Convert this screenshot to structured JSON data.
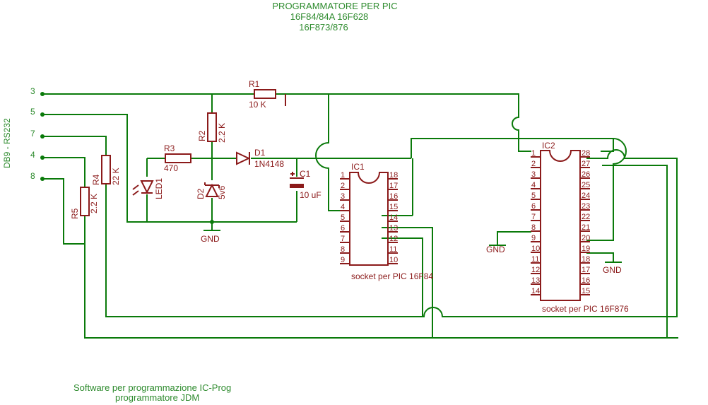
{
  "title": {
    "line1": "PROGRAMMATORE PER PIC",
    "line2": "16F84/84A 16F628",
    "line3": "16F873/876"
  },
  "connector": {
    "label": "DB9 - RS232",
    "pins": [
      "3",
      "5",
      "7",
      "4",
      "8"
    ]
  },
  "components": {
    "r1": {
      "name": "R1",
      "value": "10 K"
    },
    "r2": {
      "name": "R2",
      "value": "2.2 K"
    },
    "r3": {
      "name": "R3",
      "value": "470"
    },
    "r4": {
      "name": "R4",
      "value": "22 K"
    },
    "r5": {
      "name": "R5",
      "value": "2.2 K"
    },
    "d1": {
      "name": "D1",
      "value": "1N4148"
    },
    "d2": {
      "name": "D2",
      "value": "5v6"
    },
    "led1": {
      "name": "LED1"
    },
    "c1": {
      "name": "C1",
      "value": "10 uF"
    },
    "gnd": "GND"
  },
  "ic1": {
    "name": "IC1",
    "socket_label": "socket per PIC 16F84",
    "left_pins": [
      "1",
      "2",
      "3",
      "4",
      "5",
      "6",
      "7",
      "8",
      "9"
    ],
    "right_pins": [
      "18",
      "17",
      "16",
      "15",
      "14",
      "13",
      "12",
      "11",
      "10"
    ]
  },
  "ic2": {
    "name": "IC2",
    "socket_label": "socket per PIC 16F876",
    "left_pins": [
      "1",
      "2",
      "3",
      "4",
      "5",
      "6",
      "7",
      "8",
      "9",
      "10",
      "11",
      "12",
      "13",
      "14"
    ],
    "right_pins": [
      "28",
      "27",
      "26",
      "25",
      "24",
      "23",
      "22",
      "21",
      "20",
      "19",
      "18",
      "17",
      "16",
      "15"
    ]
  },
  "footer": {
    "line1": "Software  per programmazione IC-Prog",
    "line2": "programmatore JDM"
  },
  "colors": {
    "wire": "#0a7a0a",
    "component": "#8b1a1a",
    "label_text": "#2e8b2e",
    "background": "#ffffff"
  }
}
